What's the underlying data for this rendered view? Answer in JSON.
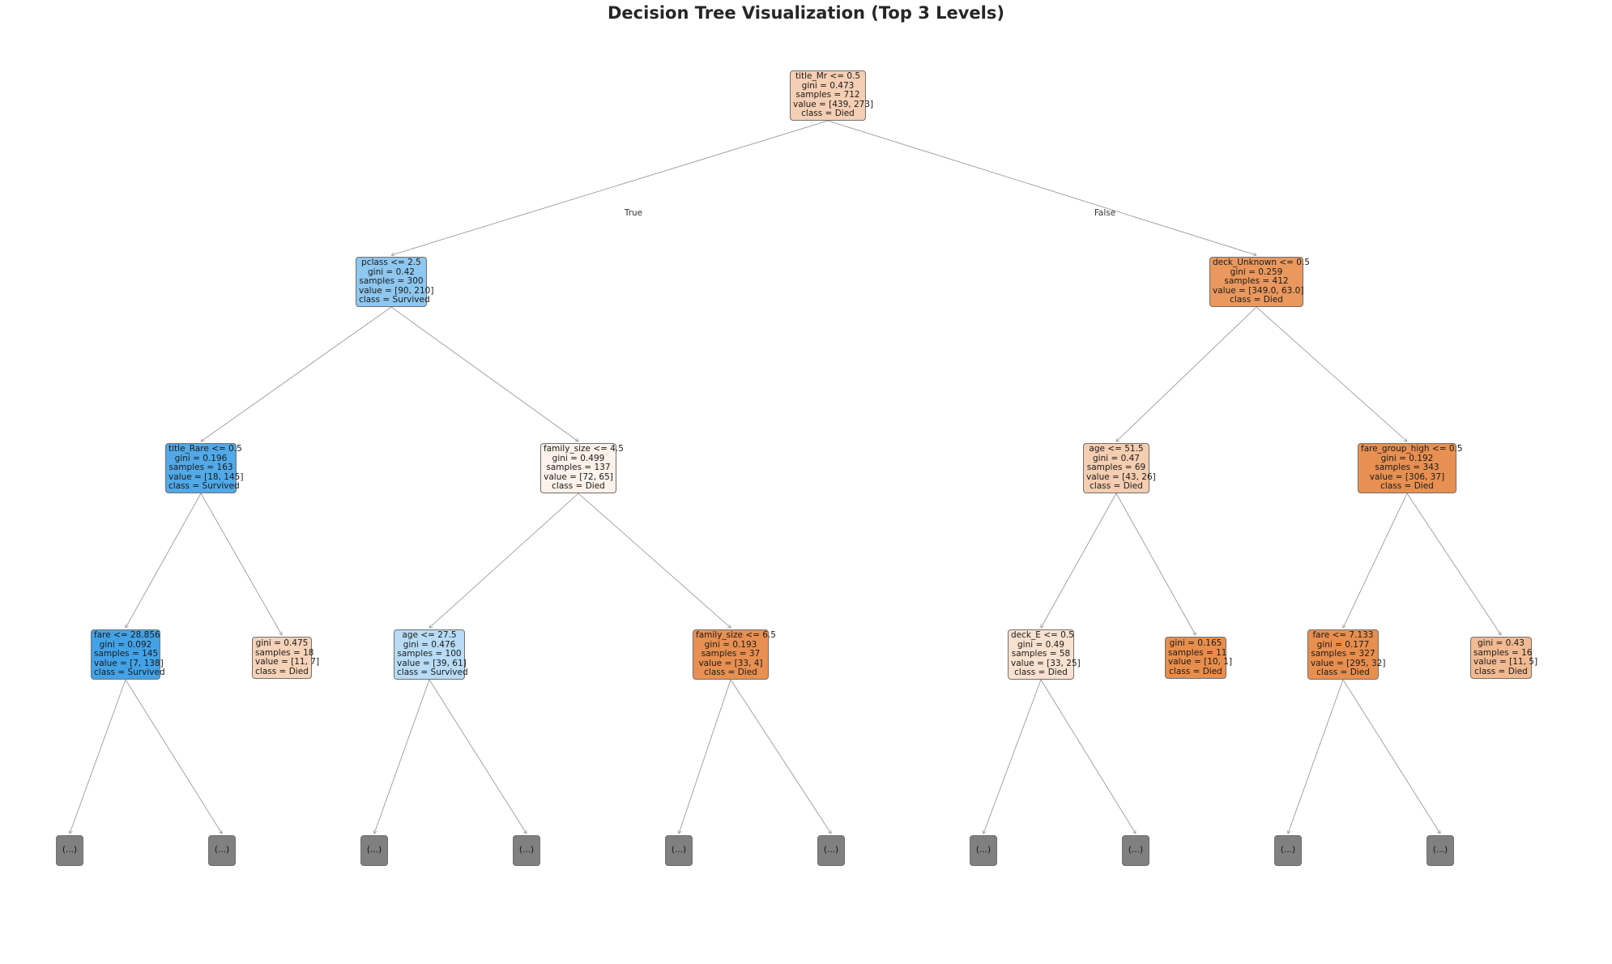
{
  "title": "Decision Tree Visualization (Top 3 Levels)",
  "edge_labels": {
    "true": "True",
    "false": "False"
  },
  "colors": {
    "died": "#e58139",
    "survived": "#399de5",
    "truncated": "#808080"
  },
  "nodes": [
    {
      "id": "n0",
      "lines": [
        "title_Mr <= 0.5",
        "gini = 0.473",
        "samples = 712",
        "value = [439, 273]",
        "class = Died"
      ],
      "cls": "Died",
      "strength": 0.38
    },
    {
      "id": "n1",
      "lines": [
        "pclass <= 2.5",
        "gini = 0.42",
        "samples = 300",
        "value = [90, 210]",
        "class = Survived"
      ],
      "cls": "Survived",
      "strength": 0.57
    },
    {
      "id": "n2",
      "lines": [
        "deck_Unknown <= 0.5",
        "gini = 0.259",
        "samples = 412",
        "value = [349.0, 63.0]",
        "class = Died"
      ],
      "cls": "Died",
      "strength": 0.82
    },
    {
      "id": "n3",
      "lines": [
        "title_Rare <= 0.5",
        "gini = 0.196",
        "samples = 163",
        "value = [18, 145]",
        "class = Survived"
      ],
      "cls": "Survived",
      "strength": 0.88
    },
    {
      "id": "n4",
      "lines": [
        "family_size <= 4.5",
        "gini = 0.499",
        "samples = 137",
        "value = [72, 65]",
        "class = Died"
      ],
      "cls": "Died",
      "strength": 0.1
    },
    {
      "id": "n5",
      "lines": [
        "age <= 51.5",
        "gini = 0.47",
        "samples = 69",
        "value = [43, 26]",
        "class = Died"
      ],
      "cls": "Died",
      "strength": 0.4
    },
    {
      "id": "n6",
      "lines": [
        "fare_group_high <= 0.5",
        "gini = 0.192",
        "samples = 343",
        "value = [306, 37]",
        "class = Died"
      ],
      "cls": "Died",
      "strength": 0.88
    },
    {
      "id": "n7",
      "lines": [
        "fare <= 28.856",
        "gini = 0.092",
        "samples = 145",
        "value = [7, 138]",
        "class = Survived"
      ],
      "cls": "Survived",
      "strength": 0.95
    },
    {
      "id": "n8",
      "lines": [
        "gini = 0.475",
        "samples = 18",
        "value = [11, 7]",
        "class = Died"
      ],
      "cls": "Died",
      "strength": 0.36
    },
    {
      "id": "n9",
      "lines": [
        "age <= 27.5",
        "gini = 0.476",
        "samples = 100",
        "value = [39, 61]",
        "class = Survived"
      ],
      "cls": "Survived",
      "strength": 0.36
    },
    {
      "id": "n10",
      "lines": [
        "family_size <= 6.5",
        "gini = 0.193",
        "samples = 37",
        "value = [33, 4]",
        "class = Died"
      ],
      "cls": "Died",
      "strength": 0.88
    },
    {
      "id": "n11",
      "lines": [
        "deck_E <= 0.5",
        "gini = 0.49",
        "samples = 58",
        "value = [33, 25]",
        "class = Died"
      ],
      "cls": "Died",
      "strength": 0.24
    },
    {
      "id": "n12",
      "lines": [
        "gini = 0.165",
        "samples = 11",
        "value = [10, 1]",
        "class = Died"
      ],
      "cls": "Died",
      "strength": 0.9
    },
    {
      "id": "n13",
      "lines": [
        "fare <= 7.133",
        "gini = 0.177",
        "samples = 327",
        "value = [295, 32]",
        "class = Died"
      ],
      "cls": "Died",
      "strength": 0.89
    },
    {
      "id": "n14",
      "lines": [
        "gini = 0.43",
        "samples = 16",
        "value = [11, 5]",
        "class = Died"
      ],
      "cls": "Died",
      "strength": 0.55
    },
    {
      "id": "t0",
      "lines": [
        "(...)"
      ],
      "cls": "truncated",
      "strength": 1
    },
    {
      "id": "t1",
      "lines": [
        "(...)"
      ],
      "cls": "truncated",
      "strength": 1
    },
    {
      "id": "t2",
      "lines": [
        "(...)"
      ],
      "cls": "truncated",
      "strength": 1
    },
    {
      "id": "t3",
      "lines": [
        "(...)"
      ],
      "cls": "truncated",
      "strength": 1
    },
    {
      "id": "t4",
      "lines": [
        "(...)"
      ],
      "cls": "truncated",
      "strength": 1
    },
    {
      "id": "t5",
      "lines": [
        "(...)"
      ],
      "cls": "truncated",
      "strength": 1
    },
    {
      "id": "t6",
      "lines": [
        "(...)"
      ],
      "cls": "truncated",
      "strength": 1
    },
    {
      "id": "t7",
      "lines": [
        "(...)"
      ],
      "cls": "truncated",
      "strength": 1
    },
    {
      "id": "t8",
      "lines": [
        "(...)"
      ],
      "cls": "truncated",
      "strength": 1
    },
    {
      "id": "t9",
      "lines": [
        "(...)"
      ],
      "cls": "truncated",
      "strength": 1
    }
  ],
  "edges": [
    [
      "n0",
      "n1"
    ],
    [
      "n0",
      "n2"
    ],
    [
      "n1",
      "n3"
    ],
    [
      "n1",
      "n4"
    ],
    [
      "n2",
      "n5"
    ],
    [
      "n2",
      "n6"
    ],
    [
      "n3",
      "n7"
    ],
    [
      "n3",
      "n8"
    ],
    [
      "n4",
      "n9"
    ],
    [
      "n4",
      "n10"
    ],
    [
      "n5",
      "n11"
    ],
    [
      "n5",
      "n12"
    ],
    [
      "n6",
      "n13"
    ],
    [
      "n6",
      "n14"
    ],
    [
      "n7",
      "t0"
    ],
    [
      "n7",
      "t1"
    ],
    [
      "n9",
      "t2"
    ],
    [
      "n9",
      "t3"
    ],
    [
      "n10",
      "t4"
    ],
    [
      "n10",
      "t5"
    ],
    [
      "n11",
      "t6"
    ],
    [
      "n11",
      "t7"
    ],
    [
      "n13",
      "t8"
    ],
    [
      "n13",
      "t9"
    ]
  ]
}
